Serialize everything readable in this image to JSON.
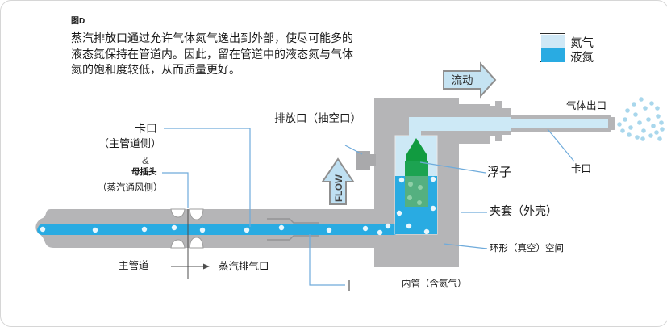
{
  "figure": {
    "tag": "图D",
    "lines": [
      "蒸汽排放口通过允许气体氮气逸出到外部，使尽可能多的",
      "液态氮保持在管道内。因此，留在管道中的液态氮与气体",
      "氮的饱和度较低，从而质量更好。"
    ]
  },
  "legend": {
    "gas_label": "氮气",
    "liquid_label": "液氮",
    "gas_color": "#cfe8f6",
    "liquid_color": "#29abe2"
  },
  "arrows": {
    "flow_cn": "流动",
    "flow_en": "FLOW"
  },
  "labels": {
    "bayonet_left": "卡口",
    "bayonet_left_side": "（主管道侧）",
    "ampersand": "&",
    "female_plug": "母插头",
    "steam_vent_side": "（蒸汽通风侧）",
    "vent_port": "排放口（抽空口）",
    "main_pipe": "主管道",
    "steam_vent_outlet": "蒸汽排气口",
    "inner_pipe": "内管（含氮气）",
    "float": "浮子",
    "gas_outlet": "气体出口",
    "bayonet_right": "卡口",
    "jacket": "夹套（外壳）",
    "annular_space": "环形（真空）空间"
  },
  "colors": {
    "pipe_gray": "#b5b5b7",
    "gas_blue": "#cde9f6",
    "liquid_blue": "#29abe2",
    "float_green": "#1ca351",
    "float_peak_green": "#119b40",
    "float_submerged_green": "#55b080",
    "leader_blue": "#6fabdb",
    "bubble_white": "#e8f7fd",
    "spray_blue": "#a9d7ec"
  }
}
